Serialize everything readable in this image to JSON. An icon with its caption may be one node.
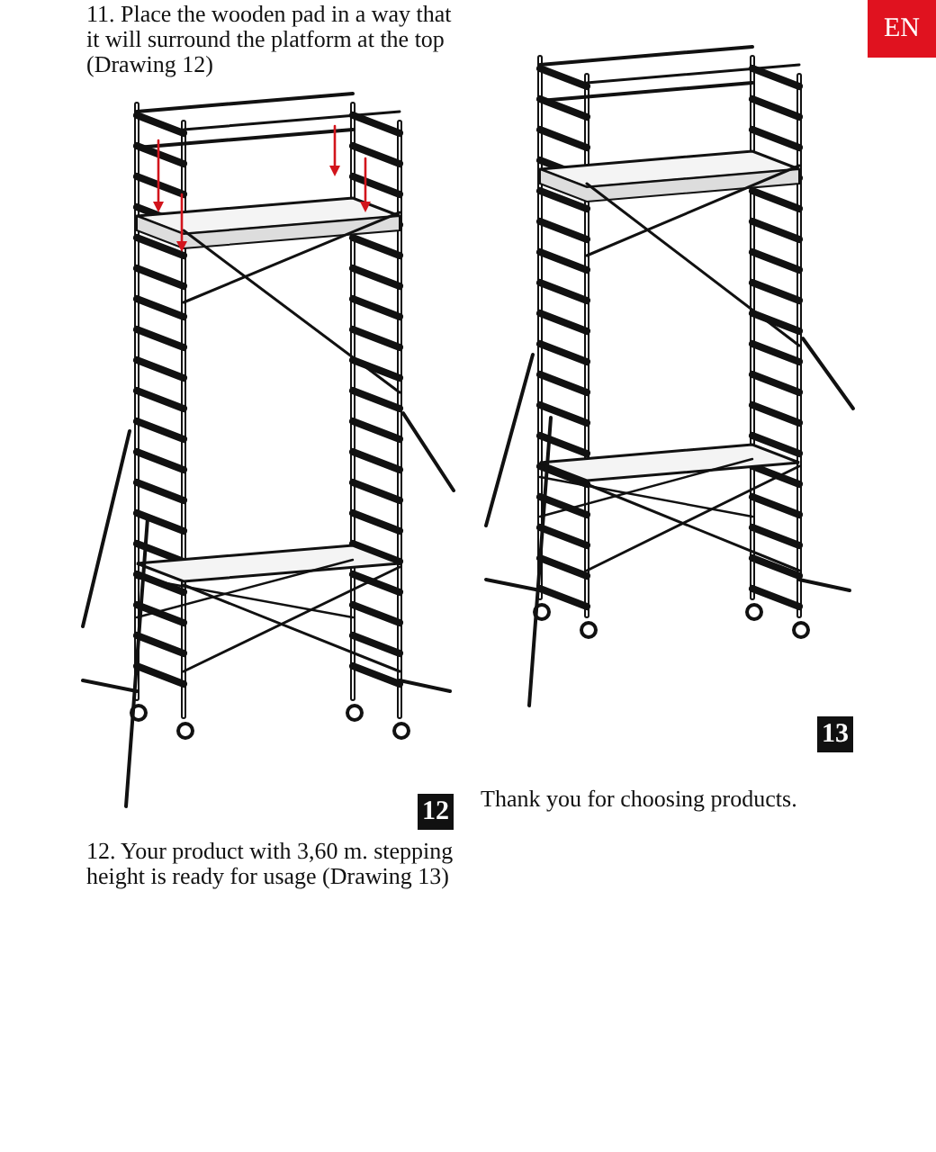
{
  "diagram": {
    "labels": [
      "11. Place the wooden pad in a way that it will surround the platform at the top (Drawing 12)",
      "EN",
      "13",
      "12",
      "Thank you for choosing products.",
      "12. Your product with 3,60 m. stepping height is ready for usage (Drawing 13)"
    ]
  }
}
